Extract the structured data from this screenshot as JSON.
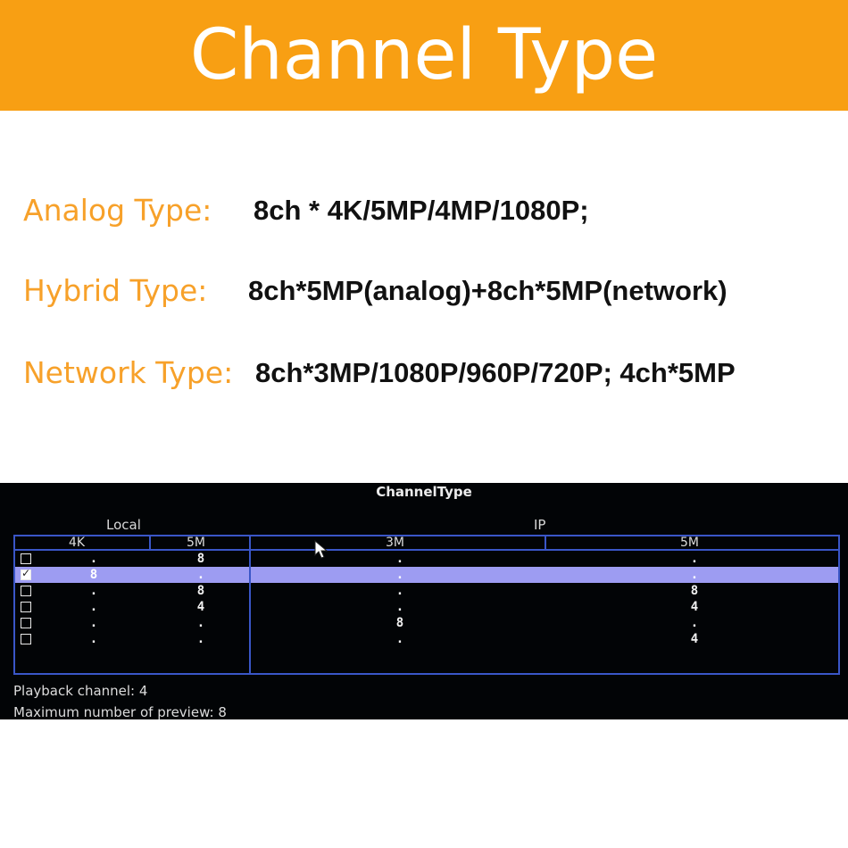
{
  "banner": {
    "title": "Channel Type"
  },
  "specs": [
    {
      "label": "Analog Type:",
      "value": "8ch * 4K/5MP/4MP/1080P;"
    },
    {
      "label": "Hybrid Type:",
      "value": "8ch*5MP(analog)+8ch*5MP(network)"
    },
    {
      "label": "Network Type:",
      "value": "8ch*3MP/1080P/960P/720P; 4ch*5MP"
    }
  ],
  "dvr": {
    "title": "ChannelType",
    "groups": {
      "local": "Local",
      "ip": "IP"
    },
    "columns": [
      "4K",
      "5M",
      "3M",
      "5M"
    ],
    "rows": [
      {
        "checked": false,
        "cells": [
          ".",
          "8",
          ".",
          "."
        ]
      },
      {
        "checked": true,
        "cells": [
          "8",
          ".",
          ".",
          "."
        ]
      },
      {
        "checked": false,
        "cells": [
          ".",
          "8",
          ".",
          "8"
        ]
      },
      {
        "checked": false,
        "cells": [
          ".",
          "4",
          ".",
          "4"
        ]
      },
      {
        "checked": false,
        "cells": [
          ".",
          ".",
          "8",
          "."
        ]
      },
      {
        "checked": false,
        "cells": [
          ".",
          ".",
          ".",
          "4"
        ]
      }
    ],
    "footer": {
      "playback": "Playback channel: 4",
      "preview": "Maximum number of preview: 8"
    }
  },
  "colors": {
    "banner": "#f89f13",
    "label": "#f7a12a",
    "grid": "#3a56c7",
    "selection": "#9d9cf2",
    "screen": "#020406"
  },
  "icons": {
    "cursor": "mouse-pointer-icon",
    "checkbox": "checkbox-icon"
  }
}
